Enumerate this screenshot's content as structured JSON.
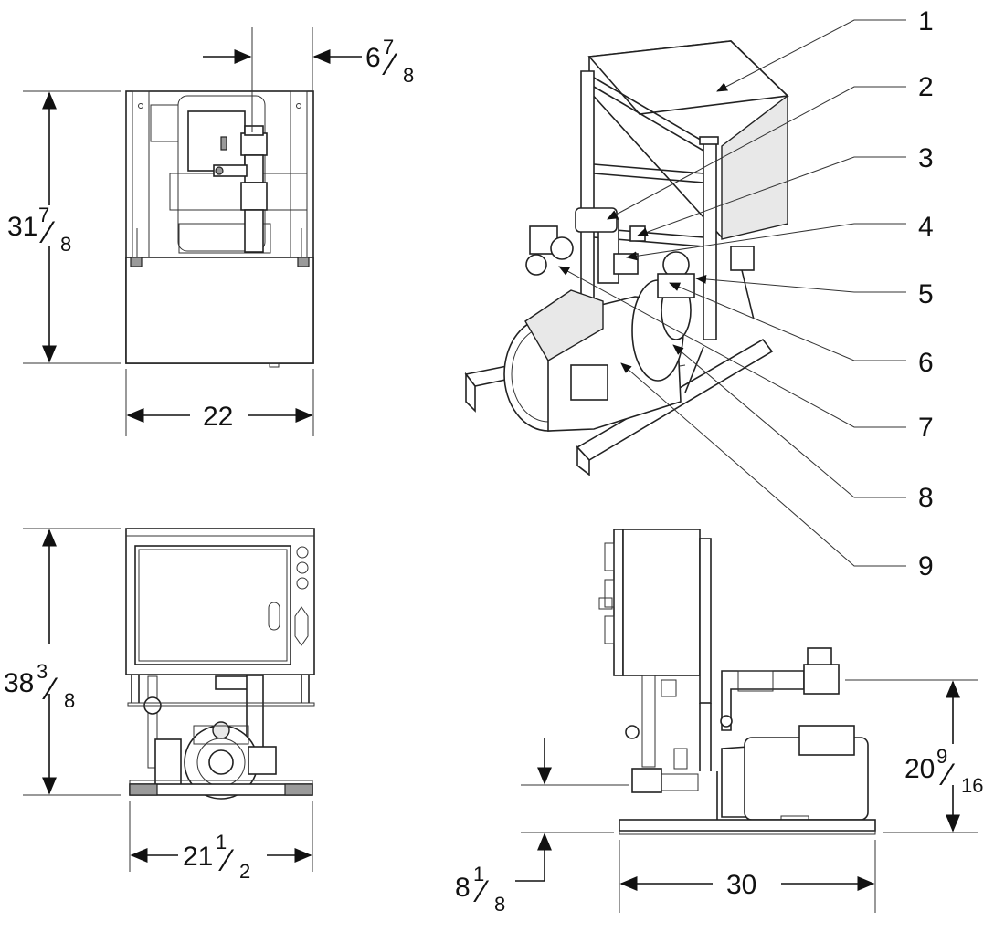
{
  "callouts": [
    "1",
    "2",
    "3",
    "4",
    "5",
    "6",
    "7",
    "8",
    "9"
  ],
  "dims": {
    "top_offset": {
      "whole": "6",
      "num": "7",
      "den": "8"
    },
    "top_height": {
      "whole": "31",
      "num": "7",
      "den": "8"
    },
    "top_width": {
      "whole": "22"
    },
    "front_height": {
      "whole": "38",
      "num": "3",
      "den": "8"
    },
    "front_width": {
      "whole": "21",
      "num": "1",
      "den": "2"
    },
    "side_height": {
      "whole": "20",
      "num": "9",
      "den": "16"
    },
    "side_base": {
      "whole": "8",
      "num": "1",
      "den": "8"
    },
    "side_width": {
      "whole": "30"
    }
  }
}
